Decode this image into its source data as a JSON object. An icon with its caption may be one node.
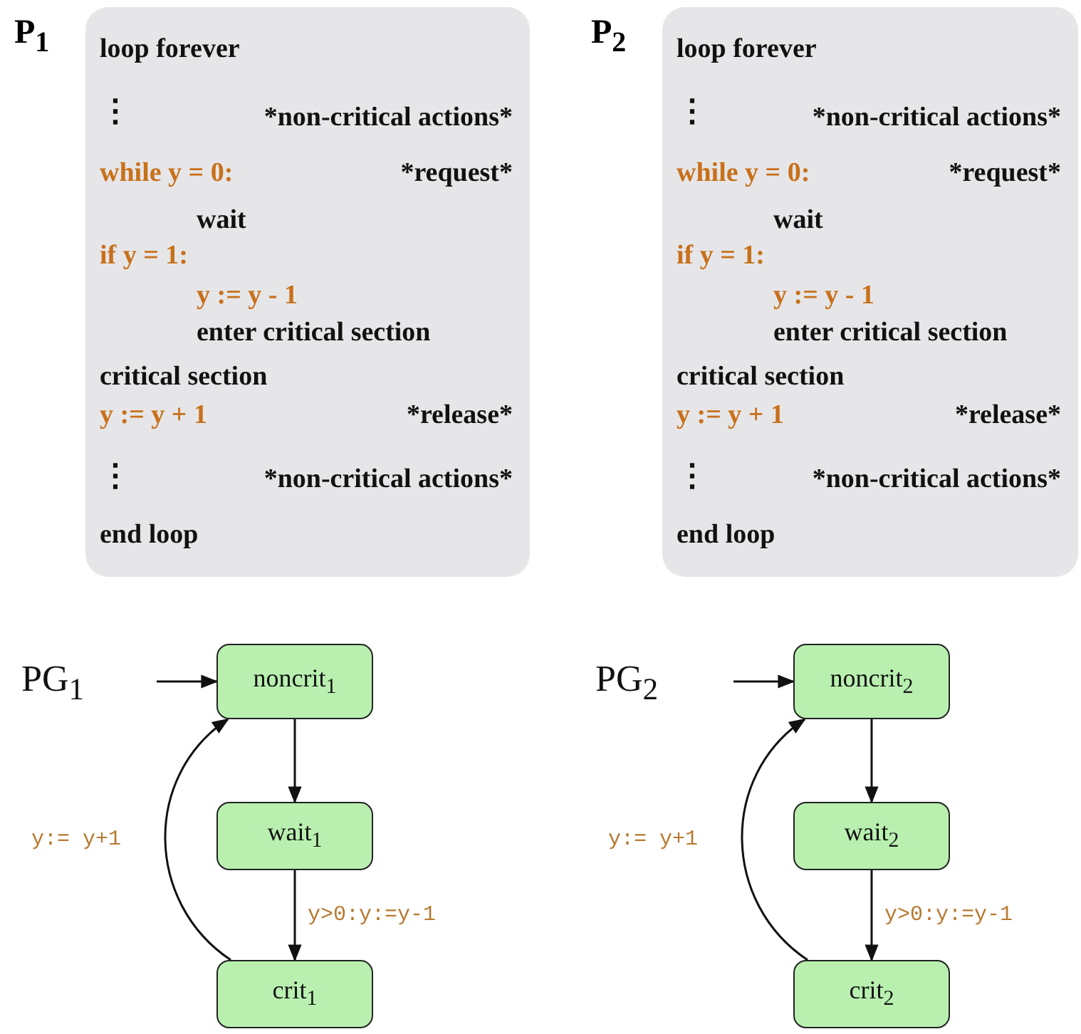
{
  "diagram": {
    "nodes": [
      {
        "text": [
          "P$_{1}$",
          "loop forever",
          "⋮",
          "*non-critical actions*",
          "while y = 0:",
          "*request*",
          "wait",
          "if y = 1:",
          "y := y - 1",
          "enter critical section",
          "critical section",
          "y := y + 1",
          "*release*",
          "⋮",
          "*non-critical actions*",
          "end loop"
        ]
      },
      {
        "text": [
          "P$_{2}$",
          "loop forever",
          "⋮",
          "*non-critical actions*",
          "while y = 0:",
          "*request*",
          "wait",
          "if y = 1:",
          "y := y - 1",
          "enter critical section",
          "critical section",
          "y := y + 1",
          "*release*",
          "⋮",
          "*non-critical actions*",
          "end loop"
        ]
      },
      {
        "text": [
          "noncrit$_{1}$"
        ]
      },
      {
        "text": [
          "wait$_{1}$"
        ]
      },
      {
        "text": [
          "crit$_{1}$"
        ]
      },
      {
        "text": [
          "noncrit$_{2}$"
        ]
      },
      {
        "text": [
          "wait$_{2}$"
        ]
      },
      {
        "text": [
          "crit$_{2}$"
        ]
      }
    ],
    "edges": [
      {
        "from": null,
        "to": 2,
        "arrow": "to"
      },
      {
        "from": 2,
        "to": 3,
        "arrow": "to"
      },
      {
        "from": 3,
        "to": 4,
        "arrow": "to",
        "label": "y>0:y:=y-1"
      },
      {
        "from": 4,
        "to": 2,
        "arrow": "to",
        "label": "y:= y+1"
      },
      {
        "from": null,
        "to": 5,
        "arrow": "to"
      },
      {
        "from": 5,
        "to": 6,
        "arrow": "to"
      },
      {
        "from": 6,
        "to": 7,
        "arrow": "to",
        "label": "y>0:y:=y-1"
      },
      {
        "from": 7,
        "to": 5,
        "arrow": "to",
        "label": "y:= y+1"
      }
    ],
    "labels": [
      "PG$_{1}$",
      "PG$_{2}$"
    ]
  }
}
